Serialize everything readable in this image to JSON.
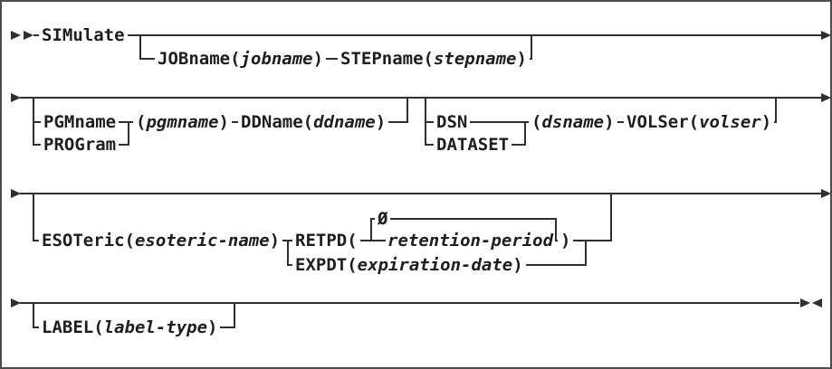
{
  "meta": {
    "description": "Railroad syntax diagram for the SIMulate command"
  },
  "colors": {
    "background": "#ffffff",
    "line": "#2f2f2f",
    "text": "#1e1e1e",
    "border": "#4d4d4d"
  },
  "syntax": {
    "command": "SIMulate",
    "jobstep": {
      "jobname": {
        "kw": "JOBname(",
        "var": "jobname",
        "end": ")"
      },
      "stepname": {
        "kw": "STEPname(",
        "var": "stepname",
        "end": ")"
      }
    },
    "program": {
      "pgmname_kw": "PGMname",
      "program_kw": "PROGram",
      "arg": {
        "kw": "(",
        "var": "pgmname",
        "end": ")"
      },
      "ddname": {
        "kw": "DDName(",
        "var": "ddname",
        "end": ")"
      }
    },
    "dataset": {
      "dsn_kw": "DSN",
      "dataset_kw": "DATASET",
      "arg": {
        "kw": "(",
        "var": "dsname",
        "end": ")"
      },
      "volser": {
        "kw": "VOLSer(",
        "var": "volser",
        "end": ")"
      }
    },
    "esoteric": {
      "kw": "ESOTeric(",
      "var": "esoteric-name",
      "end": ")"
    },
    "retention": {
      "retpd_kw": "RETPD(",
      "default_value": "Ø",
      "var": "retention-period",
      "end": ")",
      "expdt": {
        "kw": "EXPDT(",
        "var": "expiration-date",
        "end": ")"
      }
    },
    "label": {
      "kw": "LABEL(",
      "var": "label-type",
      "end": ")"
    }
  }
}
